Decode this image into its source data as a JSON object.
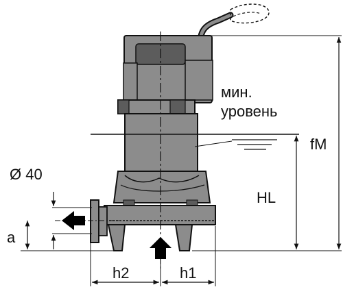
{
  "labels": {
    "diameter": "Ø 40",
    "a": "a",
    "h2": "h2",
    "h1": "h1",
    "HL": "HL",
    "fM": "fM",
    "min_level_line1": "мин.",
    "min_level_line2": "уровень"
  },
  "colors": {
    "body_fill": "#8c8c8c",
    "dark_fill": "#5c5c5c",
    "line": "#111111",
    "arrow": "#000000"
  },
  "icons": {
    "outlet_arrow": "arrow-left-icon",
    "inlet_arrow": "arrow-up-icon"
  }
}
